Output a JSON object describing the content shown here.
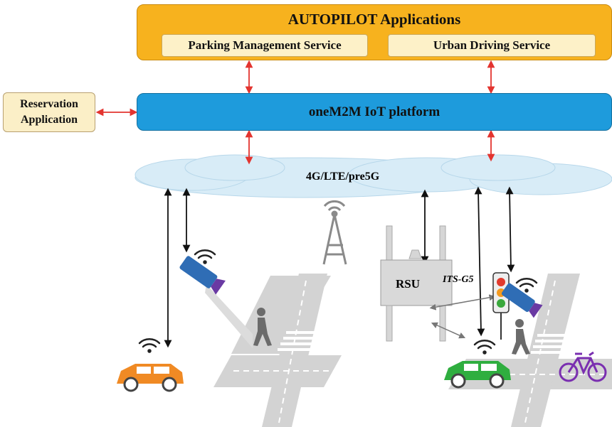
{
  "autopilot": {
    "title": "AUTOPILOT Applications",
    "service_1": "Parking Management Service",
    "service_2": "Urban Driving Service"
  },
  "platform": {
    "label": "oneM2M IoT platform"
  },
  "reservation": {
    "line_1": "Reservation",
    "line_2": "Application"
  },
  "network": {
    "label": "4G/LTE/pre5G"
  },
  "rsu": {
    "label": "RSU"
  },
  "its": {
    "label": "ITS-G5"
  },
  "colors": {
    "autopilot_fill": "#f7b21e",
    "platform_fill": "#1e9bdc",
    "link_red": "#e3342f",
    "car_orange": "#f08a24",
    "car_green": "#2fae3f",
    "bike_purple": "#7a2fb0"
  },
  "icons": [
    "wifi-icon",
    "cell-tower-icon",
    "traffic-light-icon",
    "camera-icon",
    "pedestrian-icon",
    "bicycle-icon",
    "car-icon"
  ]
}
